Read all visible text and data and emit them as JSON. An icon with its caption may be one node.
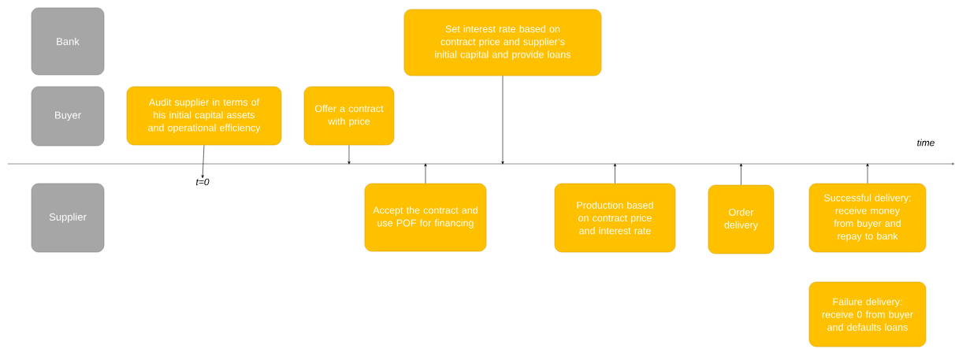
{
  "diagram": {
    "nodes": [
      {
        "text": [
          "Bank"
        ]
      },
      {
        "text": [
          "Buyer"
        ]
      },
      {
        "text": [
          "Supplier"
        ]
      },
      {
        "text": [
          "Set interest rate based on contract price and supplier’s initial capital and provide loans"
        ]
      },
      {
        "text": [
          "Audit supplier in terms of his initial capital assets and operational efficiency"
        ]
      },
      {
        "text": [
          "Offer a contract with price"
        ]
      },
      {
        "text": [
          "Accept the contract and use POF for financing"
        ]
      },
      {
        "text": [
          "Production based on contract price and interest rate"
        ]
      },
      {
        "text": [
          "Order delivery"
        ]
      },
      {
        "text": [
          "Successful delivery: receive money from buyer and repay to bank"
        ]
      },
      {
        "text": [
          "Failure delivery: receive 0 from buyer and defaults loans"
        ]
      },
      {
        "text": [
          "t=0"
        ]
      }
    ],
    "edges": [
      {
        "from": 4,
        "to": 11,
        "arrow": "to"
      },
      {
        "from": 5,
        "to": null,
        "arrow": "to"
      },
      {
        "from": 6,
        "to": null,
        "arrow": "to"
      },
      {
        "from": 3,
        "to": null,
        "arrow": "to"
      },
      {
        "from": 7,
        "to": null,
        "arrow": "to"
      },
      {
        "from": 8,
        "to": null,
        "arrow": "to"
      },
      {
        "from": 9,
        "to": null,
        "arrow": "to"
      }
    ],
    "labels": [
      "time"
    ]
  }
}
